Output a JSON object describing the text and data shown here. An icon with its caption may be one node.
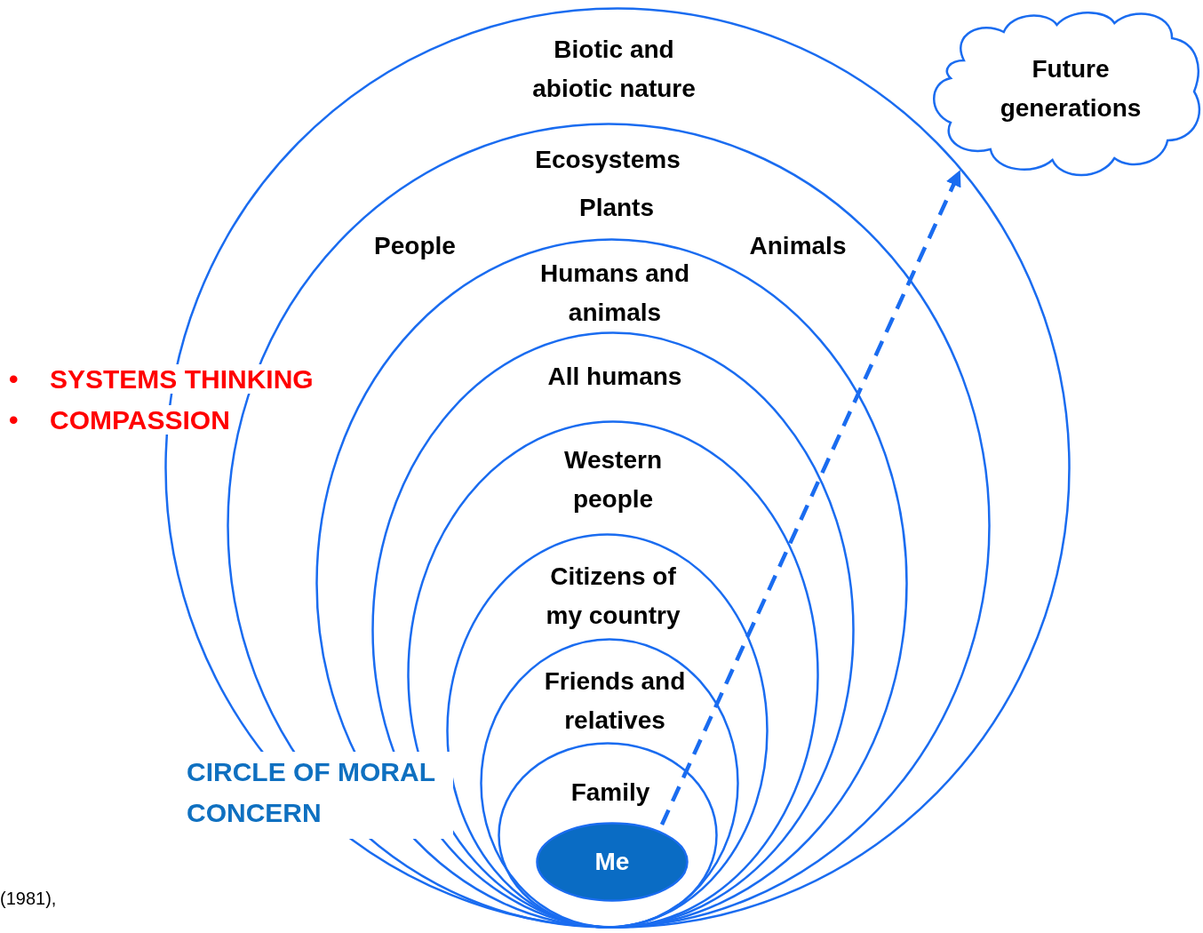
{
  "diagram": {
    "nodes": [
      {
        "text": [
          "Biotic and abiotic nature"
        ]
      },
      {
        "text": [
          "Ecosystems",
          "Plants",
          "People",
          "Animals"
        ],
        "in": 0
      },
      {
        "text": [
          "Humans and animals"
        ],
        "in": 1
      },
      {
        "text": [
          "All humans"
        ],
        "in": 2
      },
      {
        "text": [
          "Western people"
        ],
        "in": 3
      },
      {
        "text": [
          "Citizens of my country"
        ],
        "in": 4
      },
      {
        "text": [
          "Friends and relatives"
        ],
        "in": 5
      },
      {
        "text": [
          "Family"
        ],
        "in": 6
      },
      {
        "text": [
          "Me"
        ],
        "in": 7
      },
      {
        "text": [
          "Future generations"
        ]
      }
    ],
    "edges": [
      {
        "from": 8,
        "to": 9,
        "arrow": "to",
        "style": "dashed"
      }
    ],
    "labels": [
      "•",
      "SYSTEMS THINKING",
      "•",
      "COMPASSION",
      "CIRCLE OF MORAL CONCERN",
      "(1981),"
    ]
  }
}
